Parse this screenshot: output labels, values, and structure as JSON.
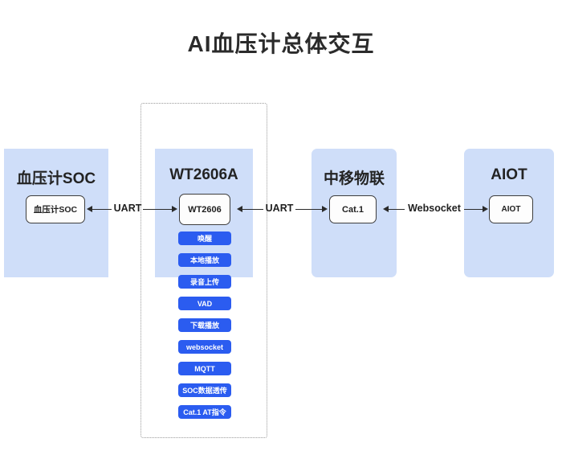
{
  "diagram": {
    "title": "AI血压计总体交互",
    "panels": [
      {
        "title": "血压计SOC",
        "node": "血压计SOC"
      },
      {
        "title": "WT2606A",
        "node": "WT2606"
      },
      {
        "title": "中移物联",
        "node": "Cat.1"
      },
      {
        "title": "AIOT",
        "node": "AIOT"
      }
    ],
    "connections": [
      {
        "label": "UART"
      },
      {
        "label": "UART"
      },
      {
        "label": "Websocket"
      }
    ],
    "features": [
      {
        "label": "唤醒"
      },
      {
        "label": "本地播放"
      },
      {
        "label": "录音上传"
      },
      {
        "label": "VAD"
      },
      {
        "label": "下载播放"
      },
      {
        "label": "websocket"
      },
      {
        "label": "MQTT"
      },
      {
        "label": "SOC数据透传"
      },
      {
        "label": "Cat.1 AT指令"
      }
    ],
    "colors": {
      "panel_bg": "#cfdef9",
      "pill_bg": "#2b5cf0",
      "node_border": "#3d3d3d",
      "line": "#2a2a2a",
      "dotted_border": "#9a9a9a",
      "title_text": "#2b2b2b",
      "canvas_bg": "#ffffff"
    }
  }
}
